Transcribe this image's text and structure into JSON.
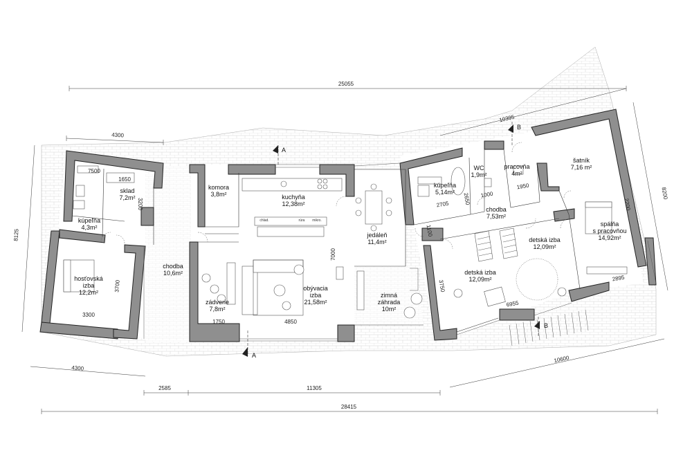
{
  "rooms": {
    "kupelna_guest": [
      "kúpeľňa",
      "4,3m²"
    ],
    "sklad": [
      "sklad",
      "7,2m²"
    ],
    "hostovska": [
      "hosťovská",
      "izba",
      "12,2m²"
    ],
    "chodba_left": [
      "chodba",
      "10,6m²"
    ],
    "komora": [
      "komora",
      "3,8m²"
    ],
    "kuchyna": [
      "kuchyňa",
      "12,38m²"
    ],
    "zadverie": [
      "zádverie",
      "7,8m²"
    ],
    "obyvacia": [
      "obývacia",
      "izba",
      "21,58m²"
    ],
    "jedalen": [
      "jedáleň",
      "11,4m²"
    ],
    "zimna": [
      "zimná",
      "záhrada",
      "10m²"
    ],
    "kupelna_main": [
      "kúpeľňa",
      "5,14m²"
    ],
    "wc": [
      "WC",
      "1,9m²"
    ],
    "pracovna": [
      "pracovňa",
      "4m²"
    ],
    "satnik": [
      "šatník",
      "7,16 m²"
    ],
    "chodba_right": [
      "chodba",
      "7,53m²"
    ],
    "spalna": [
      "spálňa",
      "s pracovňou",
      "14,92m²"
    ],
    "detska1": [
      "detská izba",
      "12,09m²"
    ],
    "detska2": [
      "detská izba",
      "12,09m²"
    ]
  },
  "kitchen_labels": {
    "fridge": "chlad.",
    "oven": "rúra",
    "micro": "mikro."
  },
  "dimensions": {
    "total_top": "25055",
    "top_right": "10395",
    "guest_top": "4300",
    "guest_bottom": "4300",
    "left_height": "8125",
    "right_height": "8200",
    "right_bottom": "10600",
    "seg_2585": "2585",
    "seg_11305": "11305",
    "total_bottom": "28415",
    "d7500": "7500",
    "d1650": "1650",
    "d3200": "3200",
    "d3700": "3700",
    "d3300": "3300",
    "d1750": "1750",
    "d4850": "4850",
    "d7000": "7000",
    "d2705": "2705",
    "d2650": "2650",
    "d1000": "1000",
    "d1950": "1950",
    "d2200": "2200",
    "d1100": "1100",
    "d3750": "3750",
    "d6955": "6955",
    "d2895": "2895"
  },
  "section_marks": {
    "a": "A",
    "b": "B"
  }
}
